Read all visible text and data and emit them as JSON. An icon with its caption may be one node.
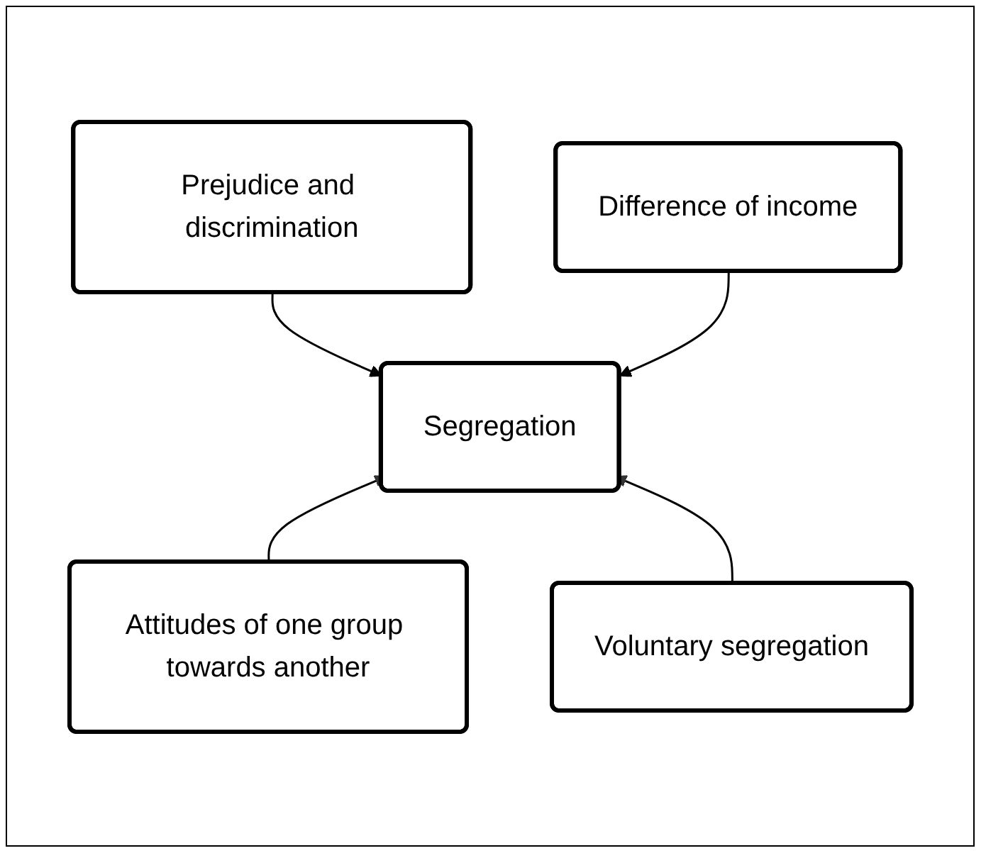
{
  "diagram": {
    "nodes": [
      {
        "text": [
          "Prejudice and discrimination"
        ]
      },
      {
        "text": [
          "Difference of income"
        ]
      },
      {
        "text": [
          "Segregation"
        ]
      },
      {
        "text": [
          "Attitudes of one group towards another"
        ]
      },
      {
        "text": [
          "Voluntary segregation"
        ]
      }
    ],
    "edges": [
      {
        "from": 0,
        "to": 2,
        "arrow": "to"
      },
      {
        "from": 1,
        "to": 2,
        "arrow": "to"
      },
      {
        "from": 3,
        "to": 2,
        "arrow": "to"
      },
      {
        "from": 4,
        "to": 2,
        "arrow": "to"
      }
    ]
  }
}
